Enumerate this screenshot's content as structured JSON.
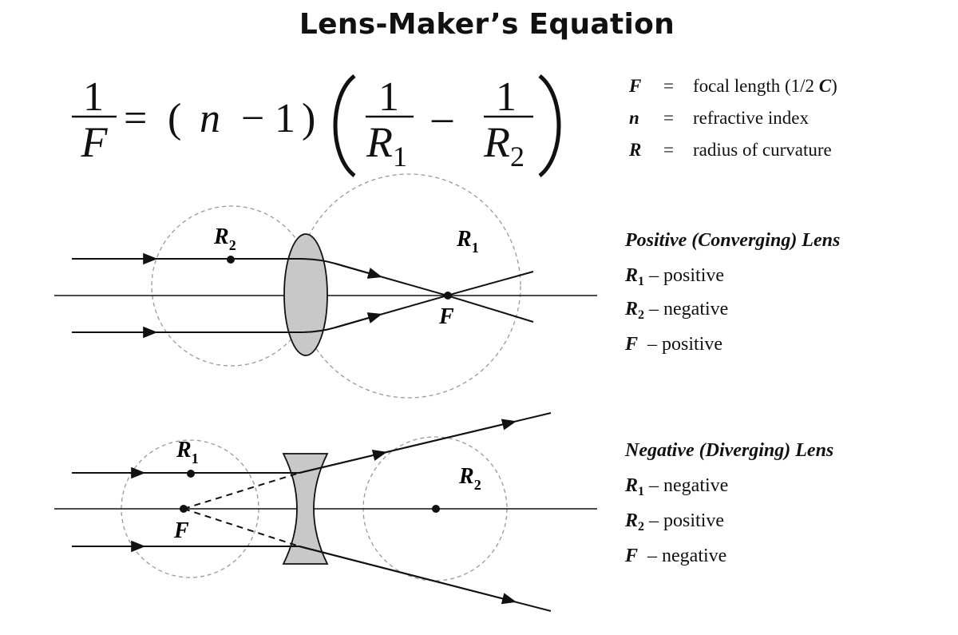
{
  "title": "Lens-Maker’s Equation",
  "equation": {
    "lhs_num": "1",
    "lhs_den": "F",
    "equals": "=",
    "open_paren": "(",
    "n": "n",
    "minus": "−",
    "one": "1",
    "close_paren": ")",
    "frac1_num": "1",
    "frac1_den": "R",
    "frac1_sub": "1",
    "frac2_num": "1",
    "frac2_den": "R",
    "frac2_sub": "2"
  },
  "legend": [
    {
      "symbol": "F",
      "eq": "=",
      "text": "focal length (1/2 ",
      "text_em": "C",
      "text_end": ")"
    },
    {
      "symbol": "n",
      "eq": "=",
      "text": "refractive index",
      "text_em": "",
      "text_end": ""
    },
    {
      "symbol": "R",
      "eq": "=",
      "text": "radius of curvature",
      "text_em": "",
      "text_end": ""
    }
  ],
  "converging": {
    "title": "Positive (Converging) Lens",
    "label_r2": "R",
    "label_r2_sub": "2",
    "label_r1": "R",
    "label_r1_sub": "1",
    "label_f": "F",
    "rows": [
      {
        "sym": "R",
        "sub": "1",
        "value": "– positive"
      },
      {
        "sym": "R",
        "sub": "2",
        "value": "– negative"
      },
      {
        "sym": "F",
        "sub": "",
        "value": " – positive"
      }
    ]
  },
  "diverging": {
    "title": "Negative (Diverging) Lens",
    "label_r1": "R",
    "label_r1_sub": "1",
    "label_r2": "R",
    "label_r2_sub": "2",
    "label_f": "F",
    "rows": [
      {
        "sym": "R",
        "sub": "1",
        "value": "– negative"
      },
      {
        "sym": "R",
        "sub": "2",
        "value": "– positive"
      },
      {
        "sym": "F",
        "sub": "",
        "value": " – negative"
      }
    ]
  },
  "colors": {
    "ink": "#111111",
    "lens_fill": "#c8c8c8",
    "circle_stroke": "#999999"
  }
}
